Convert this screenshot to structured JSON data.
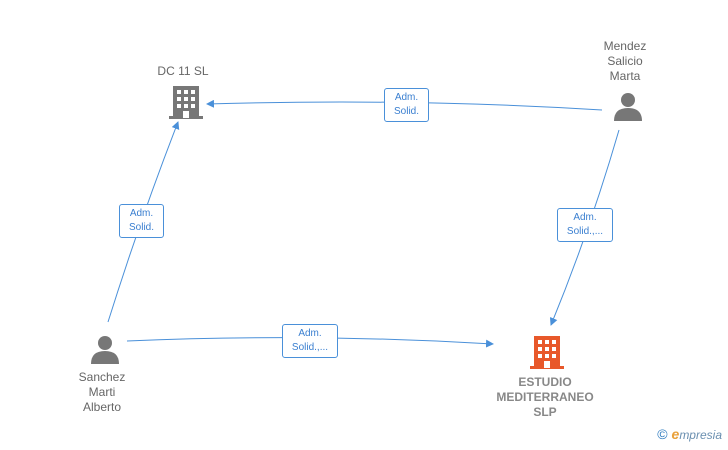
{
  "nodes": {
    "dc11": {
      "label": "DC 11  SL",
      "type": "company",
      "color": "#777777"
    },
    "mendez": {
      "label": "Mendez\nSalicio\nMarta",
      "type": "person",
      "color": "#777777"
    },
    "sanchez": {
      "label": "Sanchez\nMarti\nAlberto",
      "type": "person",
      "color": "#777777"
    },
    "estudio": {
      "label": "ESTUDIO\nMEDITERRANEO\nSLP",
      "type": "company",
      "color": "#e8582a"
    }
  },
  "edges": {
    "mendez_dc11": {
      "line1": "Adm.",
      "line2": "Solid."
    },
    "sanchez_dc11": {
      "line1": "Adm.",
      "line2": "Solid."
    },
    "mendez_estudio": {
      "line1": "Adm.",
      "line2": "Solid.,..."
    },
    "sanchez_estudio": {
      "line1": "Adm.",
      "line2": "Solid.,..."
    }
  },
  "colors": {
    "edge": "#4a90d9",
    "icon_gray": "#777777",
    "icon_focus": "#e8582a"
  },
  "brand": {
    "copyright": "©",
    "initial": "e",
    "name": "mpresia"
  }
}
